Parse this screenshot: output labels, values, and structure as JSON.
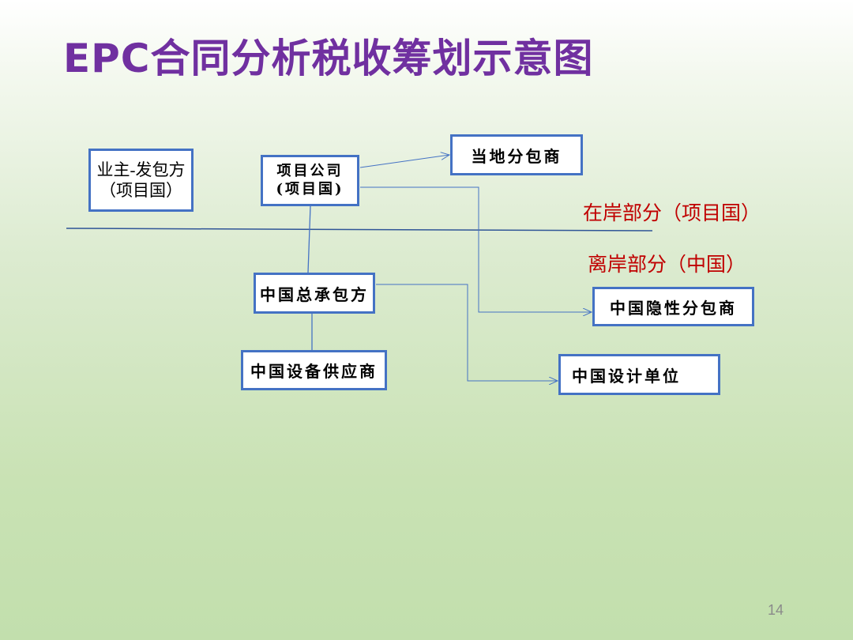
{
  "title": "EPC合同分析税收筹划示意图",
  "boxes": {
    "owner": {
      "line1": "业主-发包方",
      "line2": "（项目国）"
    },
    "project_company": {
      "line1": "项目公司",
      "line2": "(项目国)"
    },
    "local_sub": "当地分包商",
    "general_contractor": "中国总承包方",
    "hidden_sub": "中国隐性分包商",
    "equipment_supplier": "中国设备供应商",
    "design_unit": "中国设计单位"
  },
  "zones": {
    "onshore": "在岸部分（项目国）",
    "offshore": "离岸部分（中国）"
  },
  "page_number": "14",
  "colors": {
    "title": "#7030a0",
    "box_border": "#4472c4",
    "zone_text": "#c00000"
  }
}
